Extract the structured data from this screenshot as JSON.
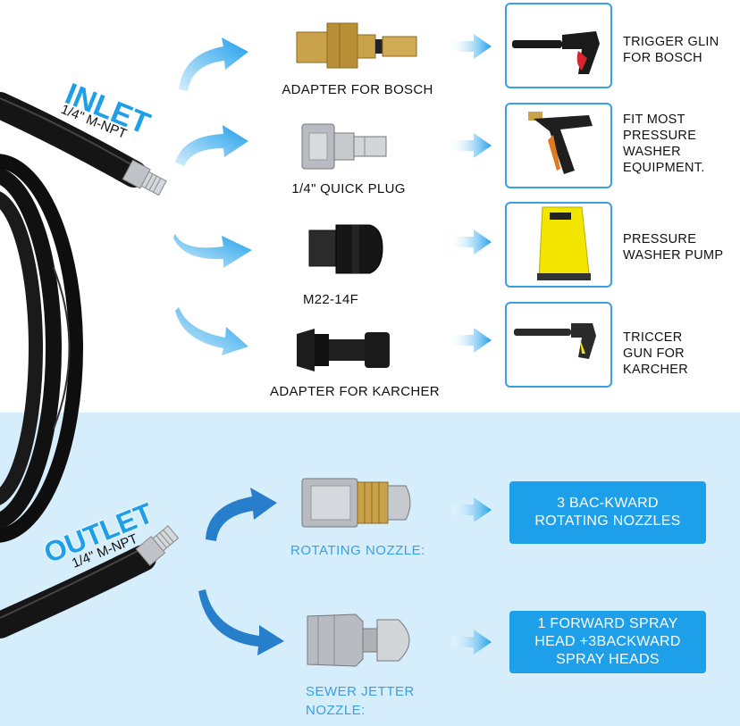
{
  "inlet": {
    "title": "INLET",
    "thread": "1/4\" M-NPT",
    "adapters": [
      {
        "label": "ADAPTER FOR BOSCH",
        "target": [
          "TRIGGER GLIN",
          "FOR BOSCH"
        ]
      },
      {
        "label": "1/4\" QUICK PLUG",
        "target": [
          "FIT MOST",
          "PRESSURE",
          "WASHER",
          "EQUIPMENT."
        ]
      },
      {
        "label": "M22-14F",
        "target": [
          "PRESSURE",
          "WASHER PUMP"
        ]
      },
      {
        "label": "ADAPTER FOR KARCHER",
        "target": [
          "TRICCER",
          "GUN FOR",
          "KARCHER"
        ]
      }
    ]
  },
  "outlet": {
    "title": "OUTLET",
    "thread": "1/4\" M-NPT",
    "nozzles": [
      {
        "label": [
          "ROTATING NOZZLE:"
        ],
        "pill": [
          "3 BAC-KWARD",
          "ROTATING NOZZLES"
        ]
      },
      {
        "label": [
          "SEWER JETTER",
          "NOZZLE:"
        ],
        "pill": [
          "1 FORWARD SPRAY",
          "HEAD +3BACKWARD",
          "SPRAY HEADS"
        ]
      }
    ]
  },
  "colors": {
    "accent_blue": "#1e9fea",
    "outlet_background": "#d6eefb",
    "box_border": "#3aa0e6",
    "hose": "#151515",
    "brass": "#c9a24a",
    "steel": "#b8bcc2",
    "karcher_yellow": "#f2e500"
  },
  "icons": [
    "curved-arrow-icon",
    "right-arrow-icon",
    "hose-icon",
    "spray-gun-icon",
    "pump-icon"
  ]
}
